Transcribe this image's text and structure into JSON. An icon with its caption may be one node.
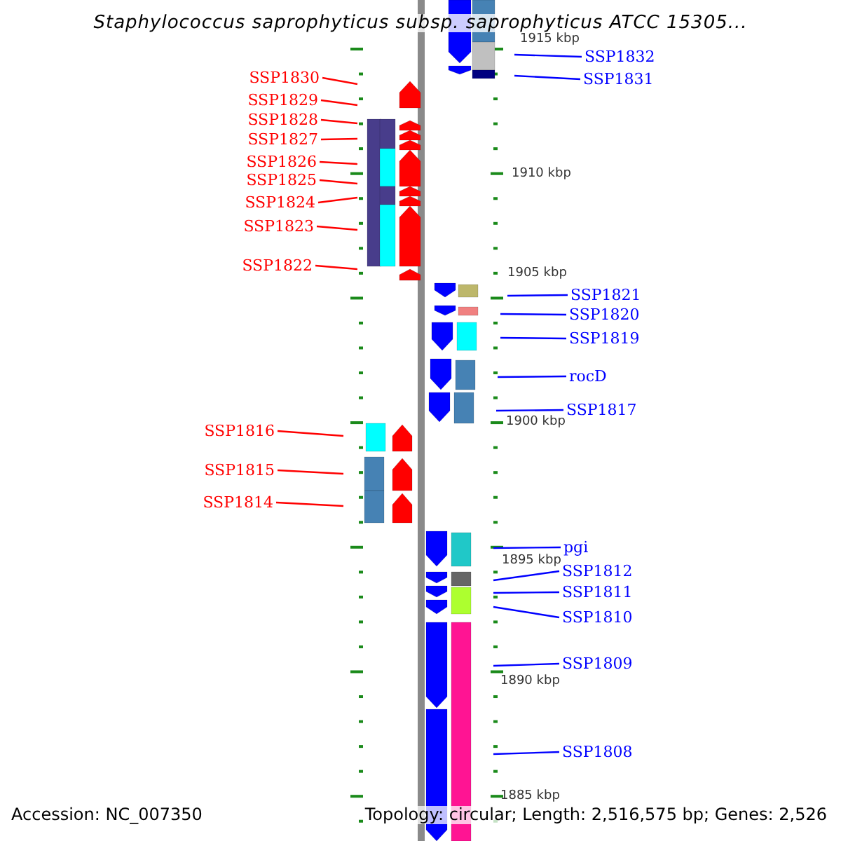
{
  "diagram": {
    "title": "Staphylococcus saprophyticus subsp. saprophyticus ATCC 15305...",
    "nodes": [
      {
        "text": [
          "SSP1832"
        ]
      },
      {
        "text": [
          "SSP1831"
        ]
      },
      {
        "text": [
          "SSP1830"
        ]
      },
      {
        "text": [
          "SSP1829"
        ]
      },
      {
        "text": [
          "SSP1828"
        ]
      },
      {
        "text": [
          "SSP1827"
        ]
      },
      {
        "text": [
          "SSP1826"
        ]
      },
      {
        "text": [
          "SSP1825"
        ]
      },
      {
        "text": [
          "SSP1824"
        ]
      },
      {
        "text": [
          "SSP1823"
        ]
      },
      {
        "text": [
          "SSP1822"
        ]
      },
      {
        "text": [
          "SSP1821"
        ]
      },
      {
        "text": [
          "SSP1820"
        ]
      },
      {
        "text": [
          "SSP1819"
        ]
      },
      {
        "text": [
          "rocD"
        ]
      },
      {
        "text": [
          "SSP1817"
        ]
      },
      {
        "text": [
          "SSP1816"
        ]
      },
      {
        "text": [
          "SSP1815"
        ]
      },
      {
        "text": [
          "SSP1814"
        ]
      },
      {
        "text": [
          "pgi"
        ]
      },
      {
        "text": [
          "SSP1812"
        ]
      },
      {
        "text": [
          "SSP1811"
        ]
      },
      {
        "text": [
          "SSP1810"
        ]
      },
      {
        "text": [
          "SSP1809"
        ]
      },
      {
        "text": [
          "SSP1808"
        ]
      }
    ],
    "edges": [
      {
        "from": 0,
        "to": null,
        "arrow": "none"
      },
      {
        "from": 1,
        "to": null,
        "arrow": "none"
      },
      {
        "from": 2,
        "to": null,
        "arrow": "none",
        "color": "#ff0000"
      },
      {
        "from": 3,
        "to": null,
        "arrow": "none",
        "color": "#ff0000"
      },
      {
        "from": 4,
        "to": null,
        "arrow": "none",
        "color": "#ff0000"
      },
      {
        "from": 5,
        "to": null,
        "arrow": "none",
        "color": "#ff0000"
      },
      {
        "from": 6,
        "to": null,
        "arrow": "none",
        "color": "#ff0000"
      },
      {
        "from": 7,
        "to": null,
        "arrow": "none",
        "color": "#ff0000"
      },
      {
        "from": 8,
        "to": null,
        "arrow": "none",
        "color": "#ff0000"
      },
      {
        "from": 9,
        "to": null,
        "arrow": "none",
        "color": "#ff0000"
      },
      {
        "from": 10,
        "to": null,
        "arrow": "none",
        "color": "#ff0000"
      },
      {
        "from": 11,
        "to": null,
        "arrow": "none"
      },
      {
        "from": 12,
        "to": null,
        "arrow": "none"
      },
      {
        "from": 13,
        "to": null,
        "arrow": "none"
      },
      {
        "from": 14,
        "to": null,
        "arrow": "none"
      },
      {
        "from": 15,
        "to": null,
        "arrow": "none"
      },
      {
        "from": 16,
        "to": null,
        "arrow": "none",
        "color": "#ff0000"
      },
      {
        "from": 17,
        "to": null,
        "arrow": "none",
        "color": "#ff0000"
      },
      {
        "from": 18,
        "to": null,
        "arrow": "none",
        "color": "#ff0000"
      },
      {
        "from": 19,
        "to": null,
        "arrow": "none"
      },
      {
        "from": 20,
        "to": null,
        "arrow": "none"
      },
      {
        "from": 21,
        "to": null,
        "arrow": "none"
      },
      {
        "from": 22,
        "to": null,
        "arrow": "none"
      },
      {
        "from": 23,
        "to": null,
        "arrow": "none"
      },
      {
        "from": 24,
        "to": null,
        "arrow": "none"
      }
    ],
    "labels": [
      "1915 kbp",
      "1910 kbp",
      "1905 kbp",
      "1900 kbp",
      "1895 kbp",
      "1890 kbp",
      "1885 kbp",
      "Accession: NC_007350",
      "Topology: circular; Length: 2,516,575 bp; Genes: 2,526"
    ]
  }
}
